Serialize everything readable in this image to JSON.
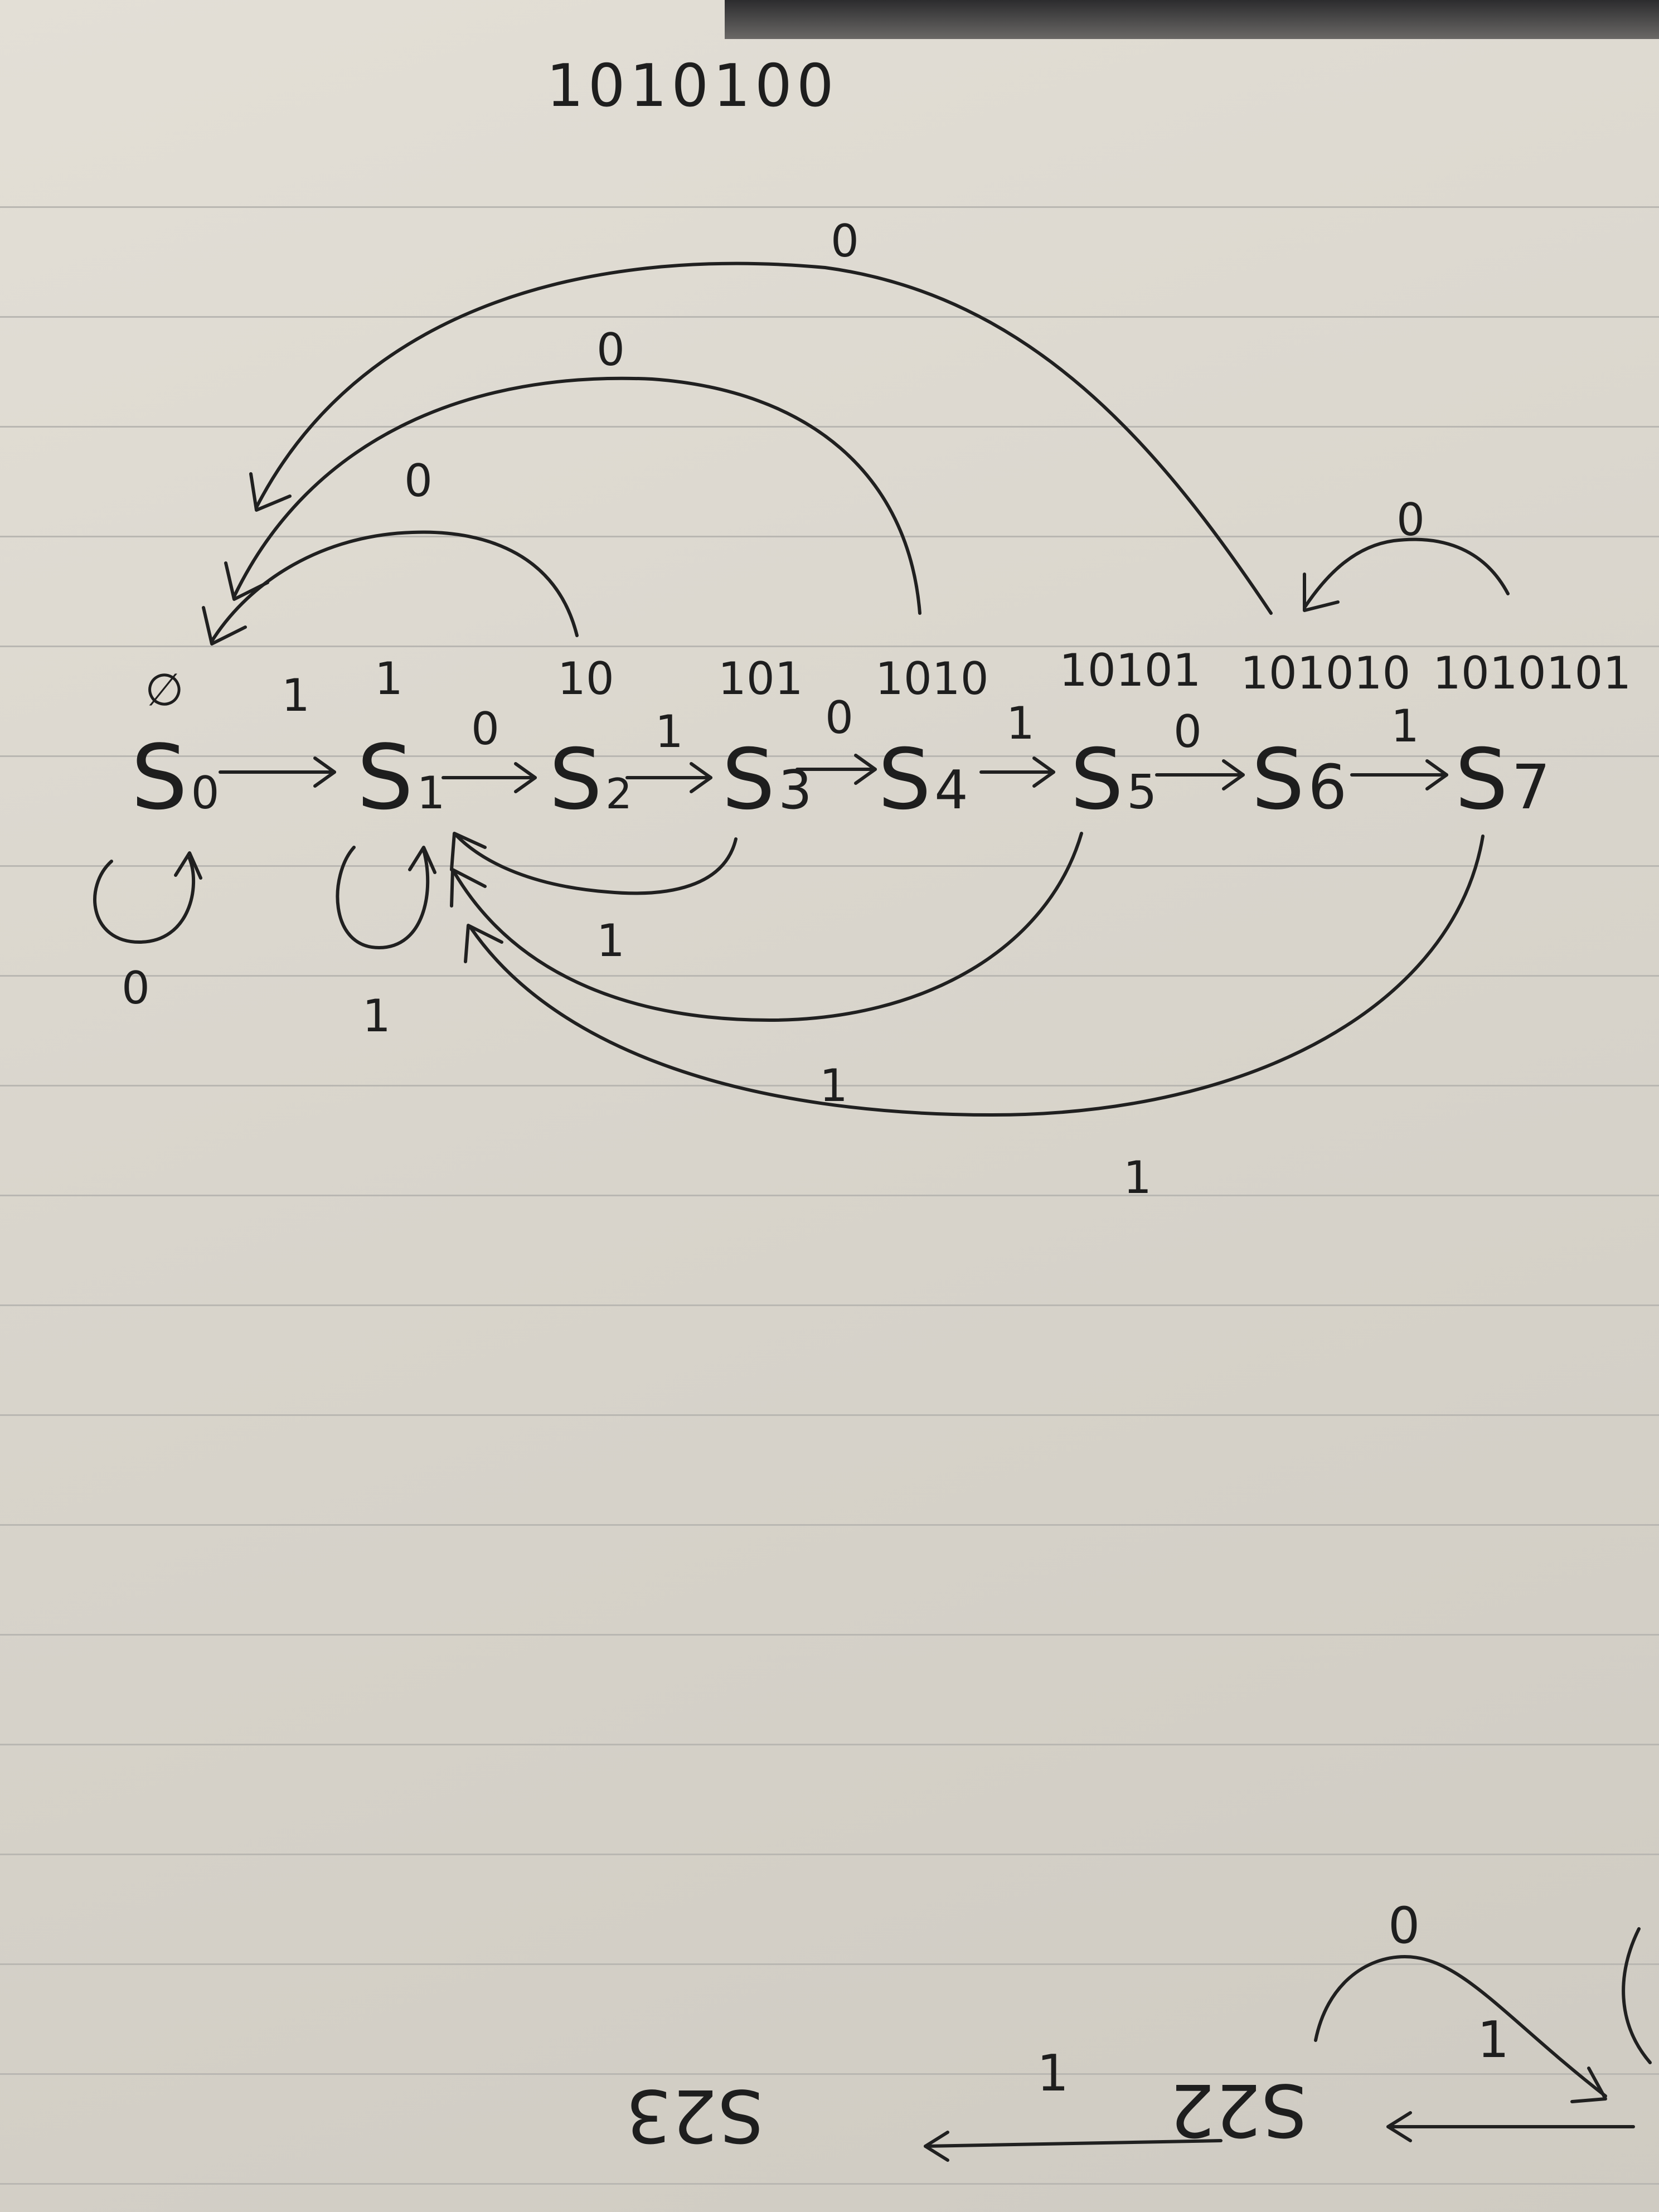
{
  "header_sequence": "1010100",
  "states": [
    {
      "id": "s0",
      "label": "S",
      "sub": "0",
      "pattern": "∅"
    },
    {
      "id": "s1",
      "label": "S",
      "sub": "1",
      "pattern": "1"
    },
    {
      "id": "s2",
      "label": "S",
      "sub": "2",
      "pattern": "10"
    },
    {
      "id": "s3",
      "label": "S",
      "sub": "3",
      "pattern": "101"
    },
    {
      "id": "s4",
      "label": "S",
      "sub": "4",
      "pattern": "1010"
    },
    {
      "id": "s5",
      "label": "S",
      "sub": "5",
      "pattern": "10101"
    },
    {
      "id": "s6",
      "label": "S",
      "sub": "6",
      "pattern": "101010"
    },
    {
      "id": "s7",
      "label": "S",
      "sub": "7",
      "pattern": "1010101"
    }
  ],
  "forward_edges": [
    {
      "from": "s0",
      "to": "s1",
      "symbol": "1"
    },
    {
      "from": "s1",
      "to": "s2",
      "symbol": "0"
    },
    {
      "from": "s2",
      "to": "s3",
      "symbol": "1"
    },
    {
      "from": "s3",
      "to": "s4",
      "symbol": "0"
    },
    {
      "from": "s4",
      "to": "s5",
      "symbol": "1"
    },
    {
      "from": "s5",
      "to": "s6",
      "symbol": "0"
    },
    {
      "from": "s6",
      "to": "s7",
      "symbol": "1"
    }
  ],
  "self_loops": [
    {
      "state": "s0",
      "symbol": "0"
    },
    {
      "state": "s1",
      "symbol": "1"
    }
  ],
  "back_edges_top": [
    {
      "from": "s2",
      "to": "s0",
      "symbol": "0"
    },
    {
      "from": "s4",
      "to": "s0",
      "symbol": "0"
    },
    {
      "from": "s6",
      "to": "s0",
      "symbol": "0"
    },
    {
      "from": "s7",
      "to": "s6",
      "symbol": "0"
    }
  ],
  "back_edges_bottom": [
    {
      "from": "s3",
      "to": "s1",
      "symbol": "1"
    },
    {
      "from": "s5",
      "to": "s1",
      "symbol": "1"
    },
    {
      "from": "s7",
      "to": "s1",
      "symbol": "1"
    }
  ],
  "stray_label": "1",
  "bottom_fragment": {
    "loop_symbol": "0",
    "edge_in_symbol": "1",
    "state_a": "S22",
    "edge_out_symbol": "1",
    "state_b": "S23"
  }
}
